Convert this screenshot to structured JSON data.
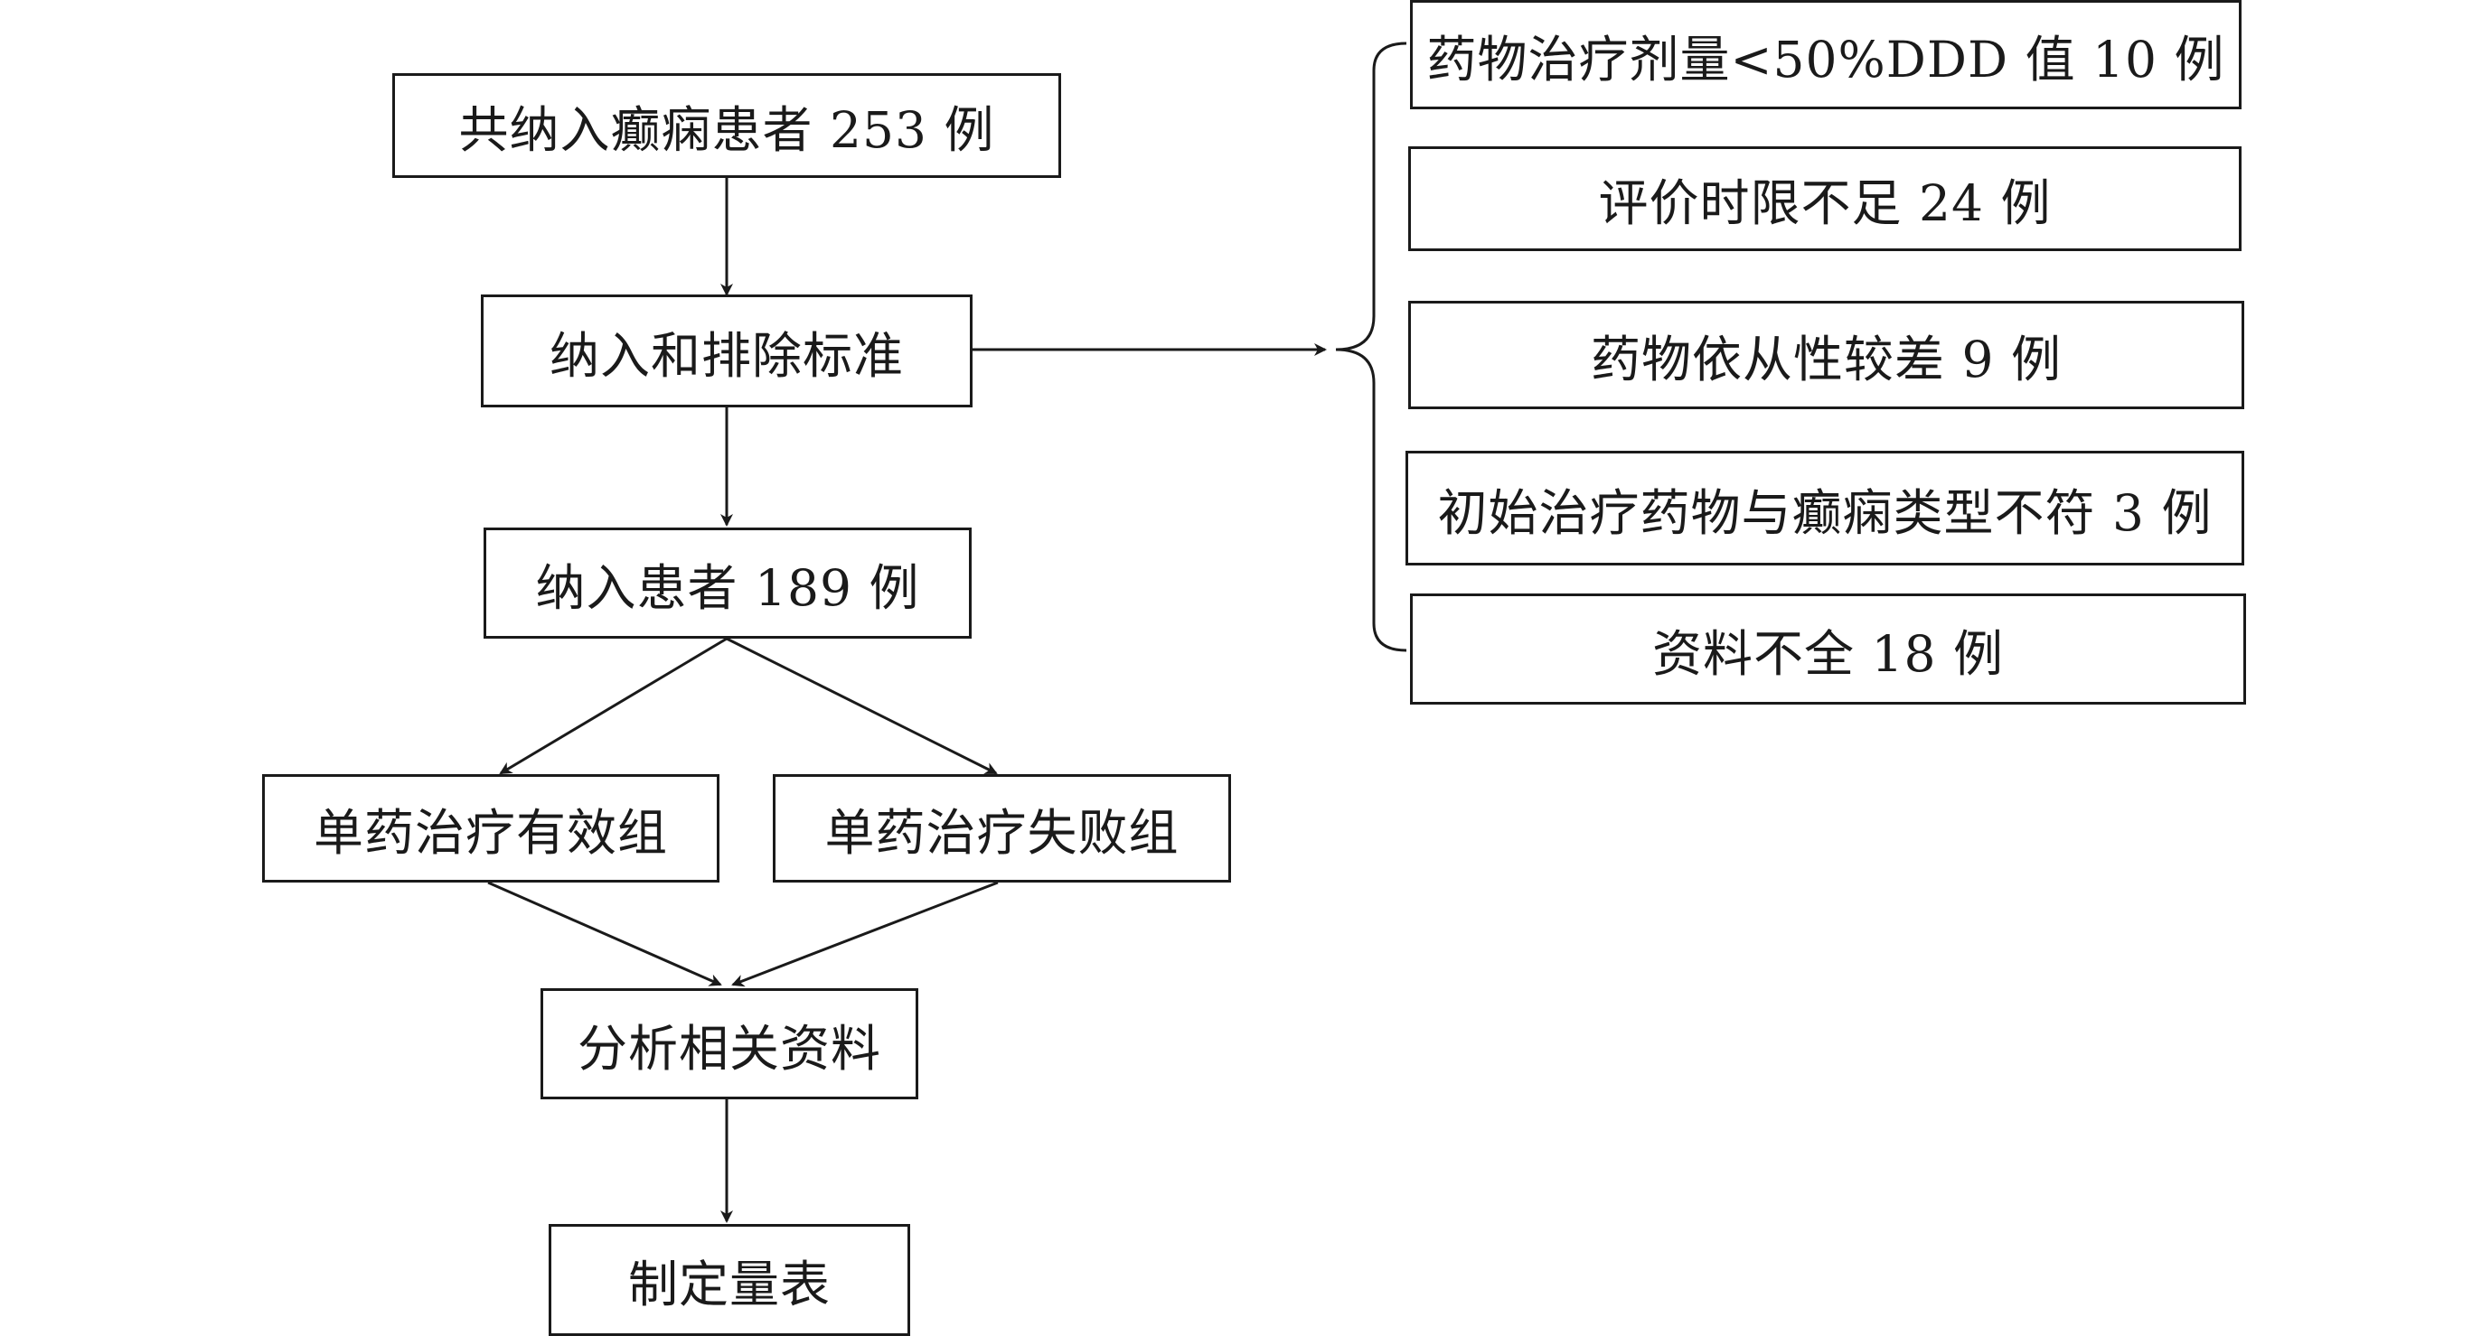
{
  "flow": {
    "enrolled": "共纳入癫痫患者 253 例",
    "criteria": "纳入和排除标准",
    "included": "纳入患者 189 例",
    "effective_group": "单药治疗有效组",
    "failure_group": "单药治疗失败组",
    "analysis": "分析相关资料",
    "scale": "制定量表"
  },
  "exclusions": [
    "药物治疗剂量<50%DDD 值 10 例",
    "评价时限不足 24 例",
    "药物依从性较差 9 例",
    "初始治疗药物与癫痫类型不符 3 例",
    "资料不全 18 例"
  ]
}
